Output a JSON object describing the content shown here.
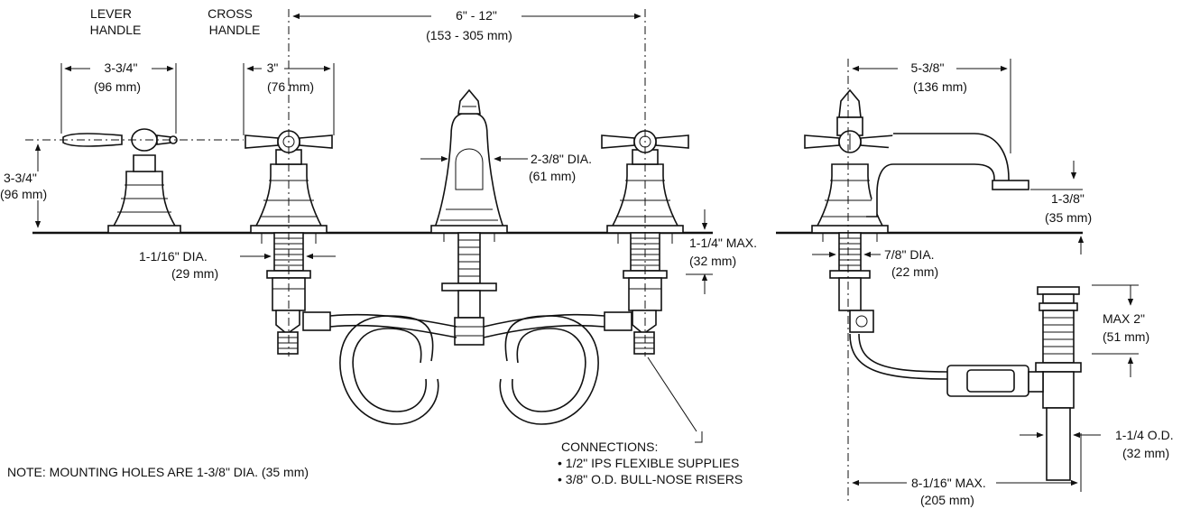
{
  "labels": {
    "lever_handle_1": "LEVER",
    "lever_handle_2": "HANDLE",
    "cross_handle_1": "CROSS",
    "cross_handle_2": "HANDLE",
    "spread_1": "6\" - 12\"",
    "spread_2": "(153 - 305 mm)",
    "lever_width_1": "3-3/4\"",
    "lever_width_2": "(96 mm)",
    "cross_width_1": "3\"",
    "cross_width_2": "(76 mm)",
    "spout_reach_1": "5-3/8\"",
    "spout_reach_2": "(136 mm)",
    "handle_height_1": "3-3/4\"",
    "handle_height_2": "(96 mm)",
    "spout_dia_1": "2-3/8\" DIA.",
    "spout_dia_2": "(61 mm)",
    "spout_height_1": "1-3/8\"",
    "spout_height_2": "(35 mm)",
    "shank_dia_1": "1-1/16\" DIA.",
    "shank_dia_2": "(29 mm)",
    "deck_max_1": "1-1/4\" MAX.",
    "deck_max_2": "(32 mm)",
    "drain_dia_1": "7/8\" DIA.",
    "drain_dia_2": "(22 mm)",
    "drain_max_1": "MAX 2\"",
    "drain_max_2": "(51 mm)",
    "tail_od_1": "1-1/4 O.D.",
    "tail_od_2": "(32 mm)",
    "lift_rod_1": "8-1/16\" MAX.",
    "lift_rod_2": "(205 mm)",
    "connections_title": "CONNECTIONS:",
    "connections_1": "• 1/2\" IPS FLEXIBLE SUPPLIES",
    "connections_2": "• 3/8\" O.D. BULL-NOSE RISERS",
    "note": "NOTE: MOUNTING HOLES ARE 1-3/8\" DIA. (35 mm)"
  }
}
